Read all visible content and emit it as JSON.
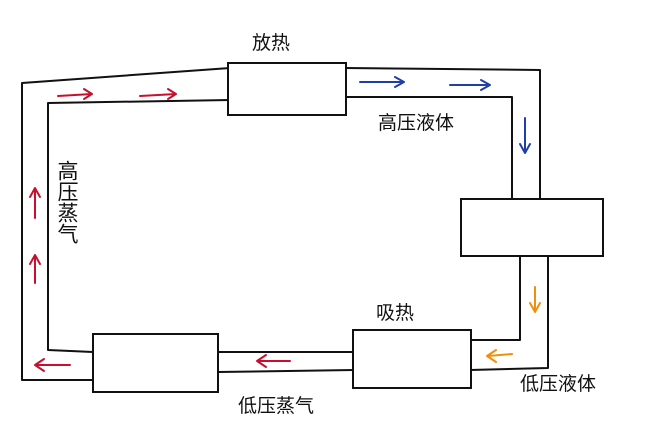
{
  "labels": {
    "release_heat": "放热",
    "high_pressure_liquid": "高压液体",
    "absorb_heat": "吸热",
    "low_pressure_liquid": "低压液体",
    "low_pressure_vapor": "低压蒸气",
    "high_pressure_vapor": "高压蒸气"
  },
  "colors": {
    "line": "#111111",
    "arrow_red": "#c8102e",
    "arrow_blue": "#1f3fa8",
    "arrow_orange": "#f0900a"
  }
}
